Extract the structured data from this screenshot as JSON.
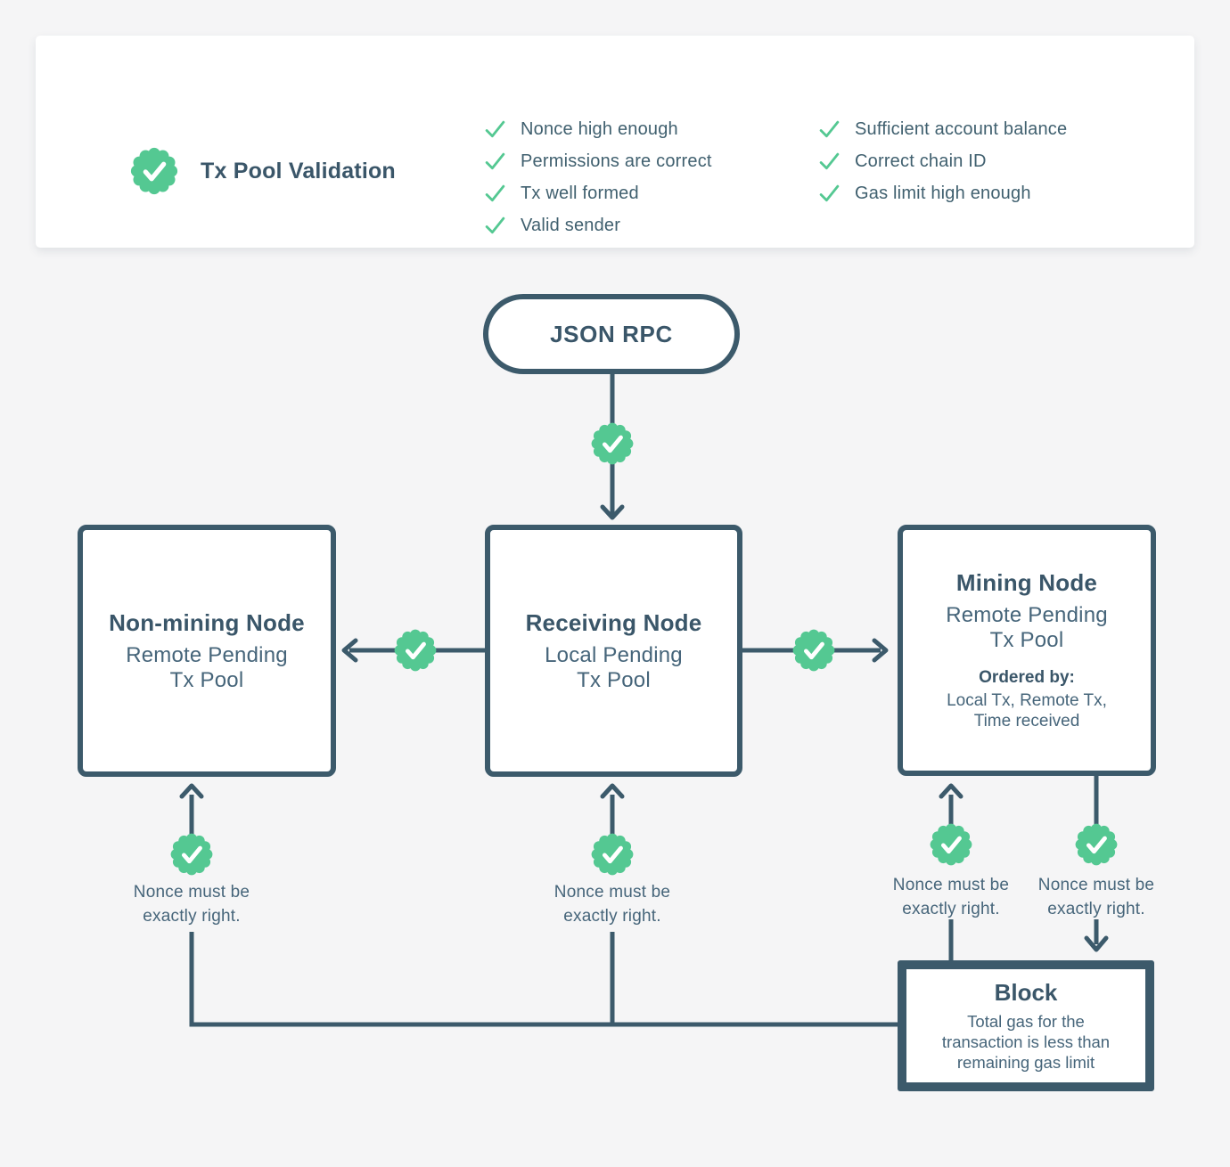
{
  "colors": {
    "accent_green": "#54c892",
    "slate_dark": "#3c5a6b",
    "text_slate": "#46657a",
    "background": "#f5f5f6",
    "card_background": "#ffffff"
  },
  "card": {
    "title": "Tx Pool Validation",
    "checklist_col1": [
      "Nonce high enough",
      "Permissions are correct",
      "Tx well formed",
      "Valid sender"
    ],
    "checklist_col2": [
      "Sufficient account balance",
      "Correct chain ID",
      "Gas limit high enough"
    ]
  },
  "flow": {
    "source": {
      "label": "JSON RPC"
    },
    "nodes": [
      {
        "title": "Non-mining Node",
        "subtitle": [
          "Remote Pending",
          "Tx Pool"
        ]
      },
      {
        "title": "Receiving Node",
        "subtitle": [
          "Local Pending",
          "Tx Pool"
        ]
      },
      {
        "title": "Mining Node",
        "subtitle": [
          "Remote Pending",
          "Tx Pool"
        ],
        "ordered_by_label": "Ordered by:",
        "ordered_by": [
          "Local Tx, Remote Tx,",
          "Time received"
        ]
      }
    ],
    "block": {
      "title": "Block",
      "body": [
        "Total gas for the",
        "transaction is less than",
        "remaining gas limit"
      ]
    },
    "nonce_note": [
      "Nonce must be",
      "exactly right."
    ]
  }
}
